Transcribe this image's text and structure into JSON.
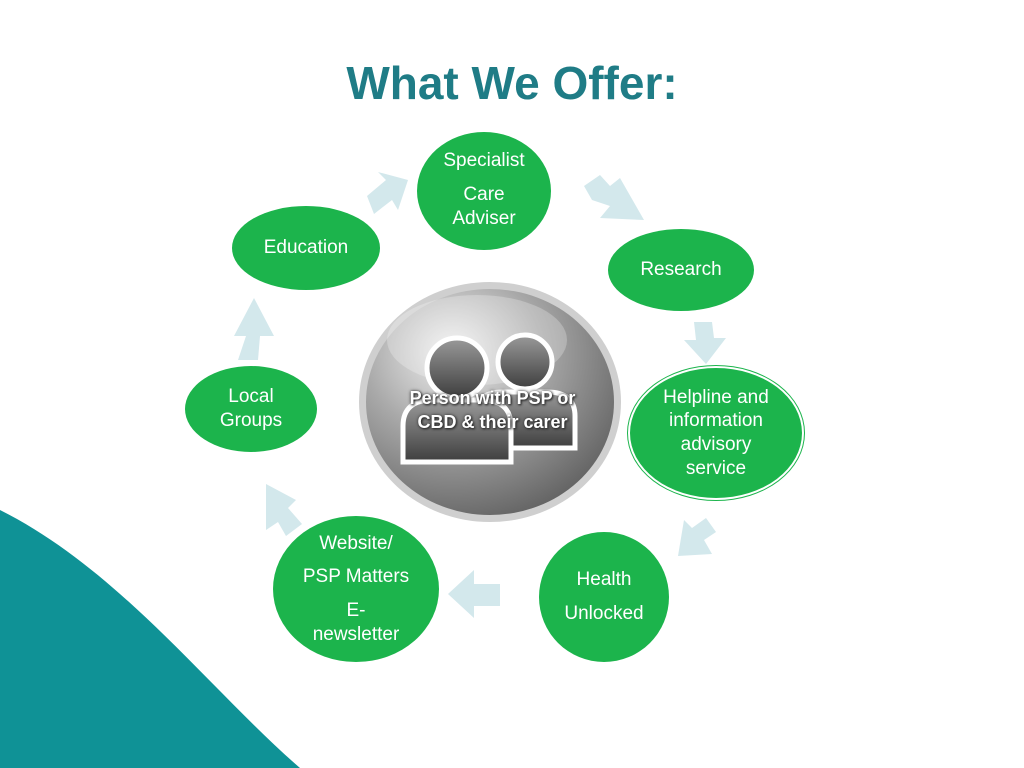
{
  "slide": {
    "title": "What We Offer:"
  },
  "diagram": {
    "center": {
      "line1": "Person with PSP or",
      "line2": "CBD & their carer",
      "icon": "people-icon"
    },
    "nodes": {
      "specialist": {
        "line1": "Specialist",
        "line2": "Care",
        "line3": "Adviser"
      },
      "research": {
        "line1": "Research"
      },
      "helpline": {
        "line1": "Helpline and",
        "line2": "information",
        "line3": "advisory",
        "line4": "service"
      },
      "health": {
        "line1": "Health",
        "line2": "Unlocked"
      },
      "website": {
        "line1": "Website/",
        "line2": "PSP Matters",
        "line3": "E-",
        "line4": "newsletter"
      },
      "local": {
        "line1": "Local",
        "line2": "Groups"
      },
      "education": {
        "line1": "Education"
      }
    },
    "colors": {
      "node_fill": "#1cb44c",
      "title": "#1f7c86",
      "arrow": "#d3e8ec",
      "wave": "#0f9296"
    }
  }
}
